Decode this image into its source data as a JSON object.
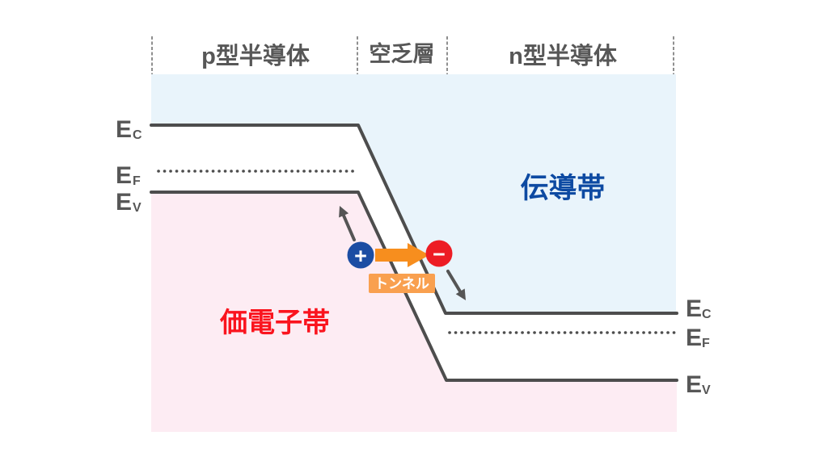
{
  "header": {
    "p_region": "p型半導体",
    "depletion_region": "空乏層",
    "n_region": "n型半導体"
  },
  "labels": {
    "energy_symbol": "E",
    "conduction_sub": "C",
    "fermi_sub": "F",
    "valence_sub": "V",
    "conduction_band": "伝導帯",
    "valence_band": "価電子帯",
    "tunnel": "トンネル",
    "hole": "+",
    "electron": "−"
  },
  "colors": {
    "conduction_bg": "#e9f4fb",
    "valence_bg": "#fdecf3",
    "band_line": "#4d4d4d",
    "label_gray": "#575757",
    "conduction_text": "#0d4aa2",
    "valence_text": "#fa141e",
    "hole_fill": "#1b4da3",
    "electron_fill": "#ed1c24",
    "arrow_orange": "#f78e1e",
    "tunnel_box": "#f9a04f"
  }
}
